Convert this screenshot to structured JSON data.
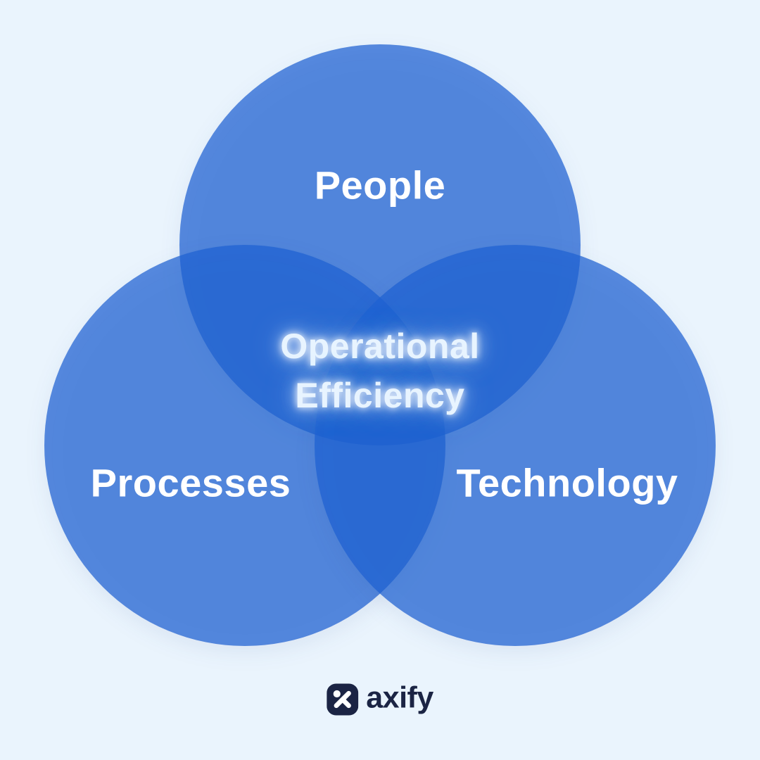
{
  "colors": {
    "background": "#eaf4fd",
    "circle_rgba": "rgba(30,97,210,0.73)",
    "circle_fill": "#1e61d2",
    "label_text": "#ffffff",
    "center_text": "#e8f4ff",
    "brand_navy": "#1b2444"
  },
  "venn": {
    "type": "venn-diagram",
    "circles": [
      {
        "id": "people",
        "label": "People"
      },
      {
        "id": "processes",
        "label": "Processes"
      },
      {
        "id": "technology",
        "label": "Technology"
      }
    ],
    "center": {
      "line1": "Operational",
      "line2": "Efficiency"
    }
  },
  "footer": {
    "brand": "axify",
    "logo_icon": "axify-x-mark-icon"
  }
}
